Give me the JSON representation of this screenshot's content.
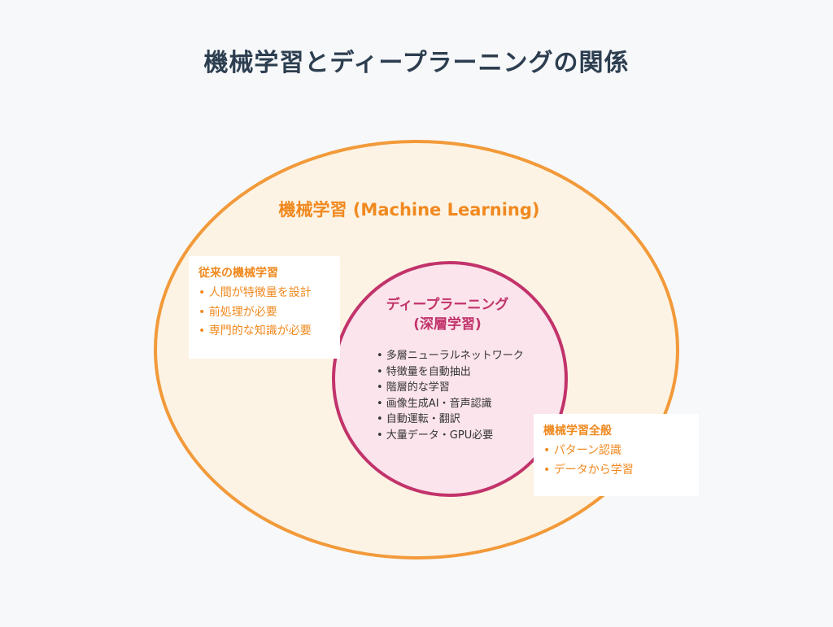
{
  "title": "機械学習とディープラーニングの関係",
  "colors": {
    "background": "#f7f8fa",
    "outer_fill": "#fdf3e4",
    "outer_stroke": "#f29a3a",
    "inner_fill": "#fbe4ec",
    "inner_stroke": "#c2336b",
    "title_text": "#2c3e50",
    "orange_text": "#f0891f"
  },
  "outer": {
    "label": "機械学習 (Machine Learning)"
  },
  "inner": {
    "title_line1": "ディープラーニング",
    "title_line2": "(深層学習)",
    "items": [
      "• 多層ニューラルネットワーク",
      "• 特徴量を自動抽出",
      "• 階層的な学習",
      "• 画像生成AI・音声認識",
      "• 自動運転・翻訳",
      "• 大量データ・GPU必要"
    ]
  },
  "traditional_box": {
    "heading": "従来の機械学習",
    "items": [
      "• 人間が特徴量を設計",
      "• 前処理が必要",
      "• 専門的な知識が必要"
    ]
  },
  "general_box": {
    "heading": "機械学習全般",
    "items": [
      "• パターン認識",
      "• データから学習"
    ]
  }
}
